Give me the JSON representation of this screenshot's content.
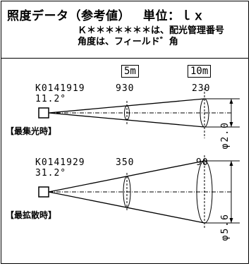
{
  "header": {
    "title": "照度データ（参考値）",
    "unit": "単位：ｌｘ",
    "note_line1": "Ｋ＊＊＊＊＊＊＊は、配光管理番号",
    "note_line2": "角度は、フィールド゛角"
  },
  "distances": [
    "5m",
    "10m"
  ],
  "beams": [
    {
      "code": "K0141919",
      "angle": "11.2°",
      "value_5m": "930",
      "value_10m": "230",
      "tag": "【最集光時】",
      "diameter": "φ2.0"
    },
    {
      "code": "K0141929",
      "angle": "31.2°",
      "value_5m": "350",
      "value_10m": "90",
      "tag": "【最拡散時】",
      "diameter": "φ5.6"
    }
  ]
}
